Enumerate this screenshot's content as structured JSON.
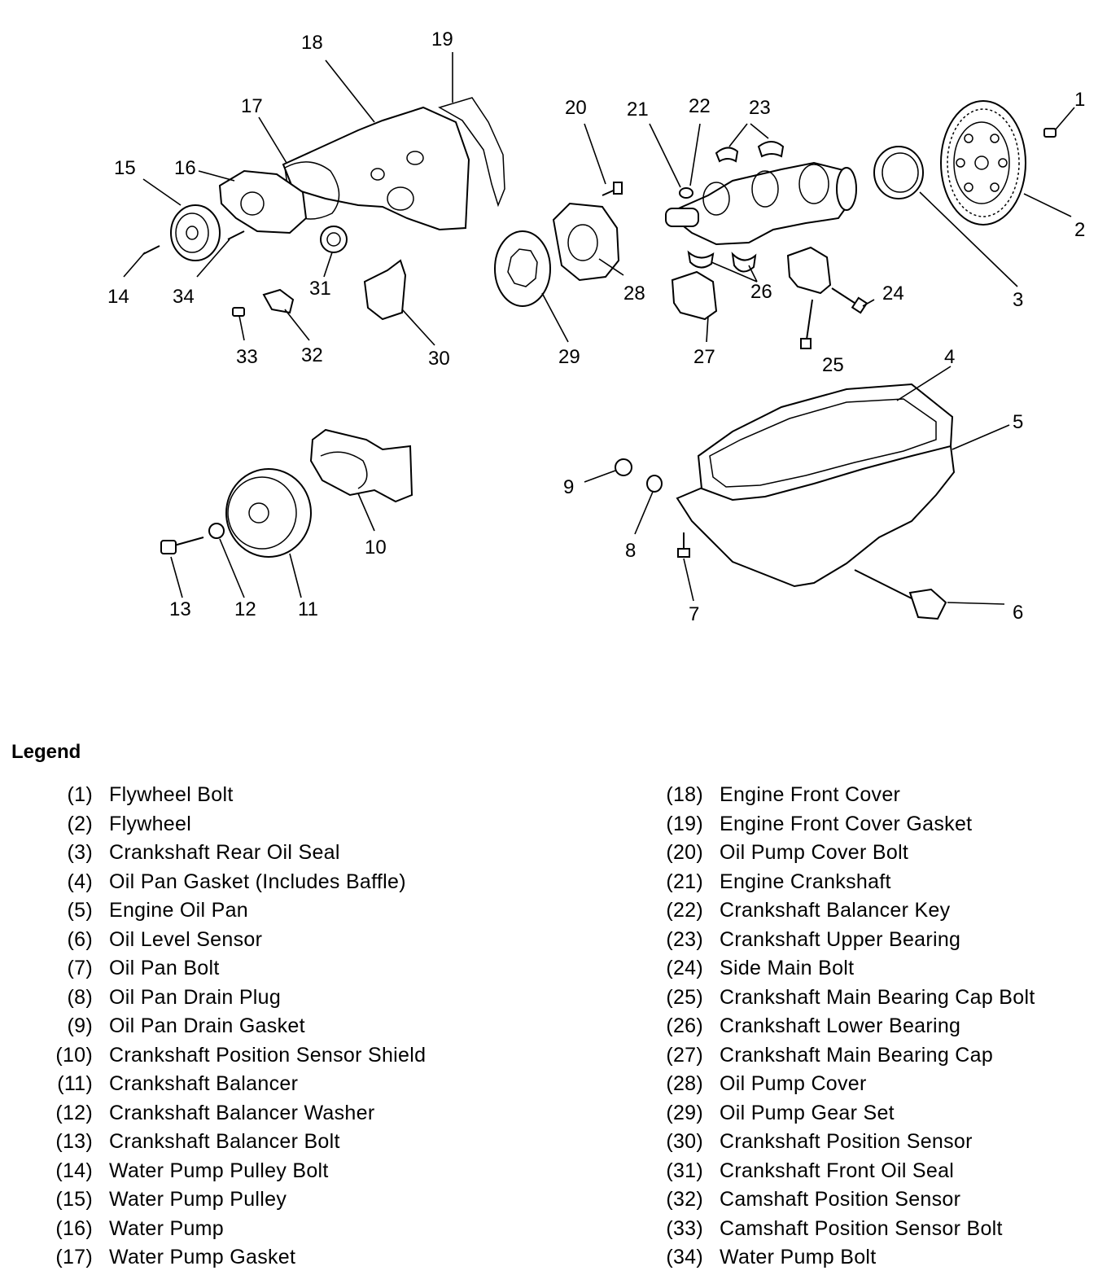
{
  "callouts": [
    {
      "id": "1",
      "label": "1"
    },
    {
      "id": "2",
      "label": "2"
    },
    {
      "id": "3",
      "label": "3"
    },
    {
      "id": "4",
      "label": "4"
    },
    {
      "id": "5",
      "label": "5"
    },
    {
      "id": "6",
      "label": "6"
    },
    {
      "id": "7",
      "label": "7"
    },
    {
      "id": "8",
      "label": "8"
    },
    {
      "id": "9",
      "label": "9"
    },
    {
      "id": "10",
      "label": "10"
    },
    {
      "id": "11",
      "label": "11"
    },
    {
      "id": "12",
      "label": "12"
    },
    {
      "id": "13",
      "label": "13"
    },
    {
      "id": "14",
      "label": "14"
    },
    {
      "id": "15",
      "label": "15"
    },
    {
      "id": "16",
      "label": "16"
    },
    {
      "id": "17",
      "label": "17"
    },
    {
      "id": "18",
      "label": "18"
    },
    {
      "id": "19",
      "label": "19"
    },
    {
      "id": "20",
      "label": "20"
    },
    {
      "id": "21",
      "label": "21"
    },
    {
      "id": "22",
      "label": "22"
    },
    {
      "id": "23",
      "label": "23"
    },
    {
      "id": "24",
      "label": "24"
    },
    {
      "id": "25",
      "label": "25"
    },
    {
      "id": "26",
      "label": "26"
    },
    {
      "id": "27",
      "label": "27"
    },
    {
      "id": "28",
      "label": "28"
    },
    {
      "id": "29",
      "label": "29"
    },
    {
      "id": "30",
      "label": "30"
    },
    {
      "id": "31",
      "label": "31"
    },
    {
      "id": "32",
      "label": "32"
    },
    {
      "id": "33",
      "label": "33"
    },
    {
      "id": "34",
      "label": "34"
    }
  ],
  "legend": {
    "title": "Legend",
    "left": [
      {
        "num": "(1)",
        "text": "Flywheel Bolt"
      },
      {
        "num": "(2)",
        "text": "Flywheel"
      },
      {
        "num": "(3)",
        "text": "Crankshaft Rear Oil Seal"
      },
      {
        "num": "(4)",
        "text": "Oil Pan Gasket (Includes Baffle)"
      },
      {
        "num": "(5)",
        "text": "Engine Oil Pan"
      },
      {
        "num": "(6)",
        "text": "Oil Level Sensor"
      },
      {
        "num": "(7)",
        "text": "Oil Pan Bolt"
      },
      {
        "num": "(8)",
        "text": "Oil Pan Drain Plug"
      },
      {
        "num": "(9)",
        "text": "Oil Pan Drain Gasket"
      },
      {
        "num": "(10)",
        "text": "Crankshaft Position Sensor Shield"
      },
      {
        "num": "(11)",
        "text": "Crankshaft Balancer"
      },
      {
        "num": "(12)",
        "text": "Crankshaft Balancer Washer"
      },
      {
        "num": "(13)",
        "text": "Crankshaft Balancer Bolt"
      },
      {
        "num": "(14)",
        "text": "Water Pump Pulley Bolt"
      },
      {
        "num": "(15)",
        "text": "Water Pump Pulley"
      },
      {
        "num": "(16)",
        "text": "Water Pump"
      },
      {
        "num": "(17)",
        "text": "Water Pump Gasket"
      }
    ],
    "right": [
      {
        "num": "(18)",
        "text": "Engine Front Cover"
      },
      {
        "num": "(19)",
        "text": "Engine Front Cover Gasket"
      },
      {
        "num": "(20)",
        "text": "Oil Pump Cover Bolt"
      },
      {
        "num": "(21)",
        "text": "Engine Crankshaft"
      },
      {
        "num": "(22)",
        "text": "Crankshaft Balancer Key"
      },
      {
        "num": "(23)",
        "text": "Crankshaft Upper Bearing"
      },
      {
        "num": "(24)",
        "text": "Side Main Bolt"
      },
      {
        "num": "(25)",
        "text": "Crankshaft Main Bearing Cap Bolt"
      },
      {
        "num": "(26)",
        "text": "Crankshaft Lower Bearing"
      },
      {
        "num": "(27)",
        "text": "Crankshaft Main Bearing Cap"
      },
      {
        "num": "(28)",
        "text": "Oil Pump Cover"
      },
      {
        "num": "(29)",
        "text": "Oil Pump Gear Set"
      },
      {
        "num": "(30)",
        "text": "Crankshaft Position Sensor"
      },
      {
        "num": "(31)",
        "text": "Crankshaft Front Oil Seal"
      },
      {
        "num": "(32)",
        "text": "Camshaft Position Sensor"
      },
      {
        "num": "(33)",
        "text": "Camshaft Position Sensor Bolt"
      },
      {
        "num": "(34)",
        "text": "Water Pump Bolt"
      }
    ]
  }
}
